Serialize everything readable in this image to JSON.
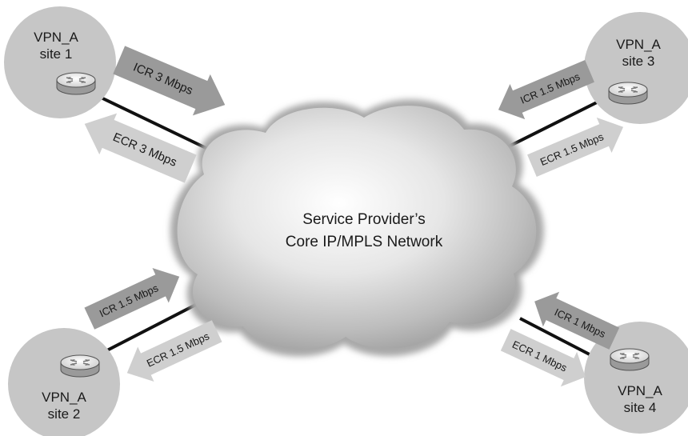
{
  "cloud": {
    "line1": "Service Provider’s",
    "line2": "Core IP/MPLS Network"
  },
  "sites": [
    {
      "vpn": "VPN_A",
      "name": "site 1"
    },
    {
      "vpn": "VPN_A",
      "name": "site 2"
    },
    {
      "vpn": "VPN_A",
      "name": "site 3"
    },
    {
      "vpn": "VPN_A",
      "name": "site 4"
    }
  ],
  "arrows": {
    "site1_icr": "ICR 3 Mbps",
    "site1_ecr": "ECR 3 Mbps",
    "site2_icr": "ICR 1.5 Mbps",
    "site2_ecr": "ECR 1.5 Mbps",
    "site3_icr": "ICR 1.5 Mbps",
    "site3_ecr": "ECR 1.5 Mbps",
    "site4_icr": "ICR 1 Mbps",
    "site4_ecr": "ECR 1 Mbps"
  },
  "colors": {
    "site_fill": "#c8c8c8",
    "arrow_dark": "#9a9a9a",
    "arrow_light": "#cfcfcf",
    "link": "#111111"
  }
}
